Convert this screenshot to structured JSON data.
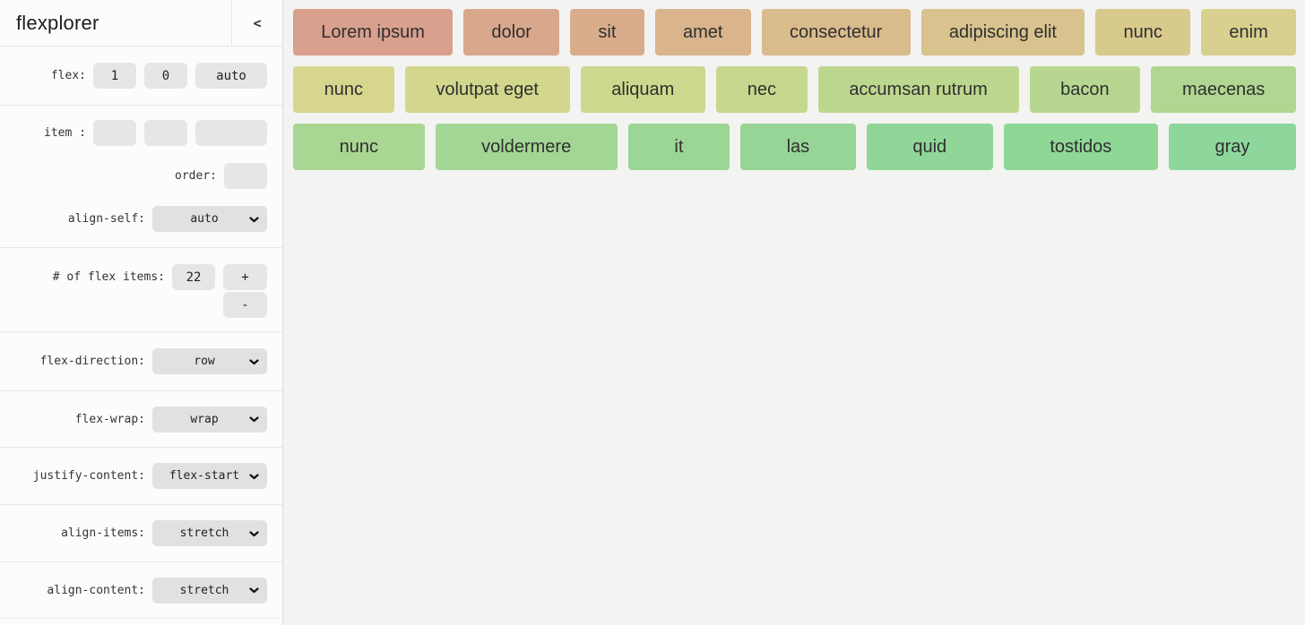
{
  "sidebar": {
    "title": "flexplorer",
    "collapse_label": "<",
    "flex": {
      "label": "flex:",
      "grow": "1",
      "shrink": "0",
      "basis": "auto"
    },
    "item": {
      "label": "item :",
      "grow": "",
      "shrink": "",
      "basis": ""
    },
    "order": {
      "label": "order:",
      "value": ""
    },
    "align_self": {
      "label": "align-self:",
      "value": "auto"
    },
    "count": {
      "label": "# of flex items:",
      "value": "22",
      "increment": "+",
      "decrement": "-"
    },
    "flex_direction": {
      "label": "flex-direction:",
      "value": "row"
    },
    "flex_wrap": {
      "label": "flex-wrap:",
      "value": "wrap"
    },
    "justify_content": {
      "label": "justify-content:",
      "value": "flex-start"
    },
    "align_items": {
      "label": "align-items:",
      "value": "stretch"
    },
    "align_content": {
      "label": "align-content:",
      "value": "stretch"
    }
  },
  "main": {
    "rows": [
      {
        "items": [
          {
            "label": "Lorem ipsum",
            "color": "#d9a08e"
          },
          {
            "label": "dolor",
            "color": "#d9a78c"
          },
          {
            "label": "sit",
            "color": "#d9ad8c"
          },
          {
            "label": "amet",
            "color": "#d9b48c"
          },
          {
            "label": "consectetur",
            "color": "#d9bb8c"
          },
          {
            "label": "adipiscing elit",
            "color": "#d8c28d"
          },
          {
            "label": "nunc",
            "color": "#d8c98d"
          },
          {
            "label": "enim",
            "color": "#d8d08e"
          }
        ]
      },
      {
        "items": [
          {
            "label": "nunc",
            "color": "#d7d68e"
          },
          {
            "label": "volutpat eget",
            "color": "#d2d78d"
          },
          {
            "label": "aliquam",
            "color": "#ccd88d"
          },
          {
            "label": "nec",
            "color": "#c5d88e"
          },
          {
            "label": "accumsan rutrum",
            "color": "#bed78f"
          },
          {
            "label": "bacon",
            "color": "#b7d790"
          },
          {
            "label": "maecenas",
            "color": "#b0d791"
          }
        ]
      },
      {
        "items": [
          {
            "label": "nunc",
            "color": "#aad693"
          },
          {
            "label": "voldermere",
            "color": "#a3d694"
          },
          {
            "label": "it",
            "color": "#9cd695"
          },
          {
            "label": "las",
            "color": "#96d596"
          },
          {
            "label": "quid",
            "color": "#90d698"
          },
          {
            "label": "tostidos",
            "color": "#8ed795"
          },
          {
            "label": "gray",
            "color": "#8ed79c"
          }
        ]
      }
    ]
  }
}
